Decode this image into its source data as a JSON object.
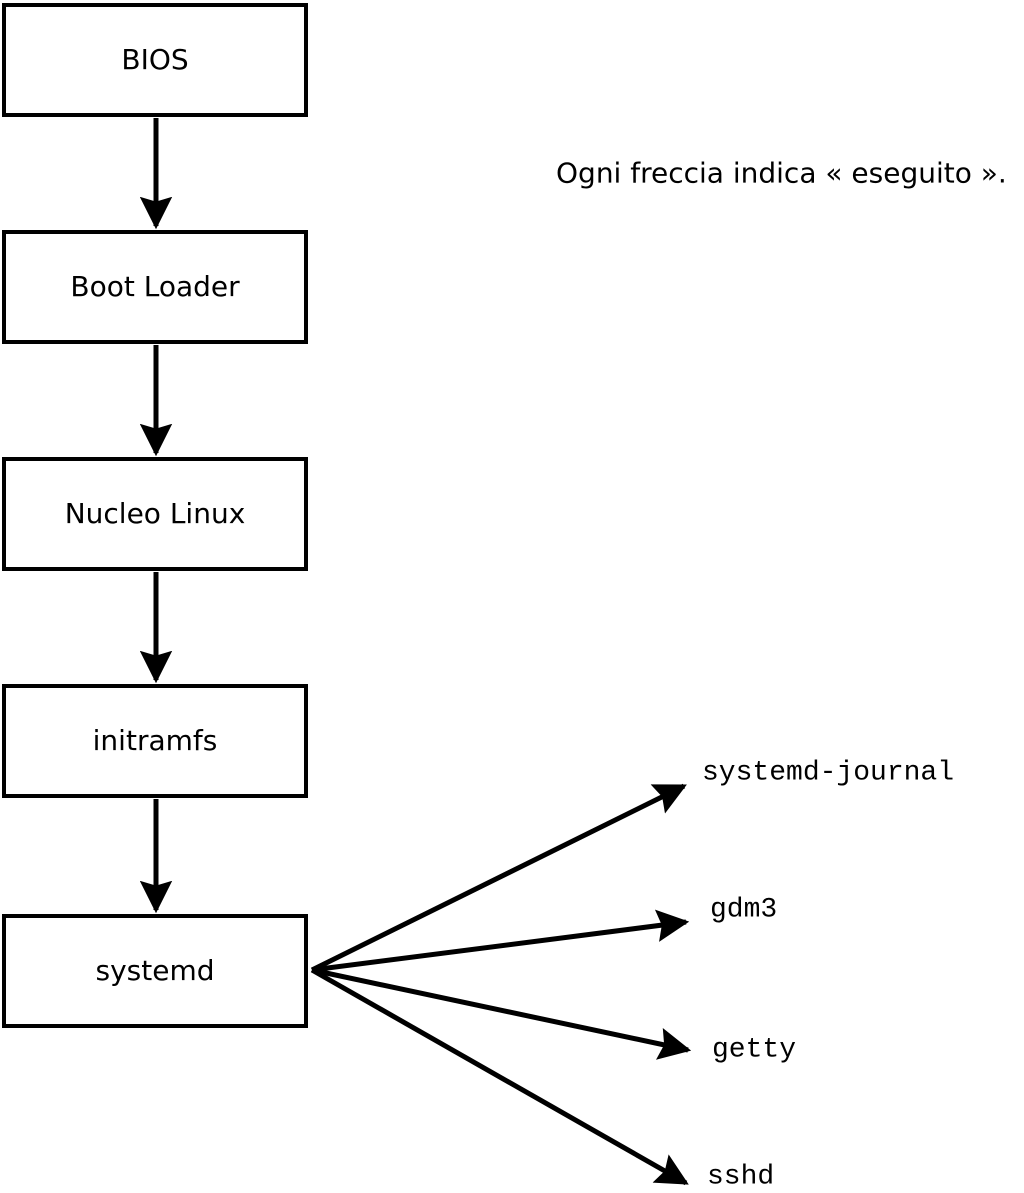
{
  "diagram": {
    "annotation": "Ogni freccia indica « eseguito ».",
    "nodes": [
      {
        "id": "bios",
        "label": "BIOS"
      },
      {
        "id": "bootloader",
        "label": "Boot Loader"
      },
      {
        "id": "kernel",
        "label": "Nucleo Linux"
      },
      {
        "id": "initramfs",
        "label": "initramfs"
      },
      {
        "id": "systemd",
        "label": "systemd"
      }
    ],
    "services": [
      {
        "id": "systemd-journal",
        "label": "systemd-journal"
      },
      {
        "id": "gdm3",
        "label": "gdm3"
      },
      {
        "id": "getty",
        "label": "getty"
      },
      {
        "id": "sshd",
        "label": "sshd"
      }
    ],
    "edges": [
      {
        "from": "bios",
        "to": "bootloader"
      },
      {
        "from": "bootloader",
        "to": "kernel"
      },
      {
        "from": "kernel",
        "to": "initramfs"
      },
      {
        "from": "initramfs",
        "to": "systemd"
      },
      {
        "from": "systemd",
        "to": "systemd-journal"
      },
      {
        "from": "systemd",
        "to": "gdm3"
      },
      {
        "from": "systemd",
        "to": "getty"
      },
      {
        "from": "systemd",
        "to": "sshd"
      }
    ],
    "colors": {
      "background": "#ffffff",
      "line": "#000000",
      "text": "#000000"
    }
  }
}
